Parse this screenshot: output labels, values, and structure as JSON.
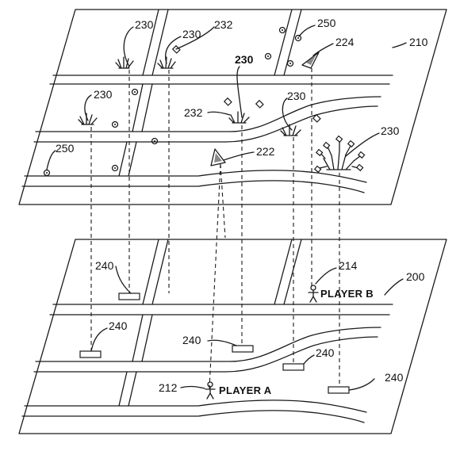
{
  "upper_layer": {
    "label": "210",
    "objects": [
      {
        "label": "230"
      },
      {
        "label": "232"
      },
      {
        "label": "250"
      },
      {
        "label": "224"
      },
      {
        "label": "230"
      },
      {
        "label": "230"
      },
      {
        "label": "232"
      },
      {
        "label": "230"
      },
      {
        "label": "230"
      },
      {
        "label": "250"
      },
      {
        "label": "222"
      }
    ]
  },
  "lower_layer": {
    "label": "200",
    "markers": [
      {
        "label": "240"
      },
      {
        "label": "240"
      },
      {
        "label": "240"
      },
      {
        "label": "240"
      },
      {
        "label": "240"
      }
    ],
    "player_a": {
      "ref": "212",
      "name": "PLAYER A"
    },
    "player_b": {
      "ref": "214",
      "name": "PLAYER B"
    }
  }
}
